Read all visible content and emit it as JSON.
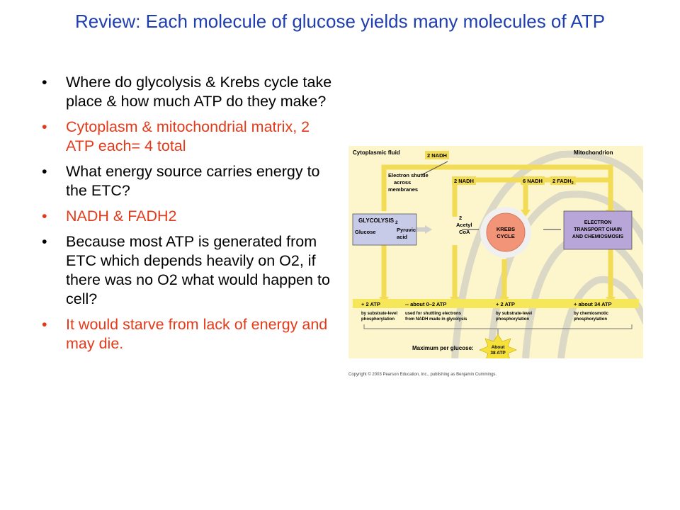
{
  "slide": {
    "title": "Review: Each molecule of glucose yields many molecules of ATP",
    "bullets": [
      {
        "text": "Where do glycolysis & Krebs cycle take place & how much ATP do they make?",
        "kind": "question"
      },
      {
        "text": "Cytoplasm & mitochondrial matrix, 2 ATP each= 4 total",
        "kind": "answer"
      },
      {
        "text": "What energy source carries energy to the ETC?",
        "kind": "question"
      },
      {
        "text": "NADH & FADH2",
        "kind": "answer"
      },
      {
        "text": "Because most ATP is generated from ETC which depends heavily on O2, if there was no O2 what would happen to cell?",
        "kind": "question"
      },
      {
        "text": "It would starve from lack of energy and may die.",
        "kind": "answer"
      }
    ],
    "colors": {
      "title": "#1f3fb0",
      "answer": "#e53a1a",
      "text": "#000000"
    }
  },
  "figure": {
    "cytoplasmic_fluid": "Cytoplasmic fluid",
    "mitochondrion": "Mitochondrion",
    "nadh_top": "2 NADH",
    "electron_shuttle": [
      "Electron shuttle",
      "across",
      "membranes"
    ],
    "nadh_mid": "2 NADH",
    "nadh_six": "6 NADH",
    "fadh": "2 FADH",
    "fadh_sub": "2",
    "glycolysis": "GLYCOLYSIS",
    "glycolysis_sub": "2",
    "glucose": "Glucose",
    "pyruvic": [
      "Pyruvic",
      "acid"
    ],
    "acetyl": [
      "2",
      "Acetyl",
      "CoA"
    ],
    "krebs": [
      "KREBS",
      "CYCLE"
    ],
    "etc": [
      "ELECTRON",
      "TRANSPORT CHAIN",
      "AND CHEMIOSMOSIS"
    ],
    "atp_row": [
      {
        "label": "+ 2 ATP",
        "desc": [
          "by substrate-level",
          "phosphorylation"
        ]
      },
      {
        "label": "-- about 0–2 ATP",
        "desc": [
          "used for shuttling electrons",
          "from NADH made in glycolysis"
        ]
      },
      {
        "label": "+ 2 ATP",
        "desc": [
          "by substrate-level",
          "phosphorylation"
        ]
      },
      {
        "label": "+ about 34 ATP",
        "desc": [
          "by chemiosmotic",
          "phosphorylation"
        ]
      }
    ],
    "maximum": "Maximum per glucose:",
    "about": [
      "About",
      "38 ATP"
    ],
    "copyright": "Copyright © 2003 Pearson Education, Inc., publishing as Benjamin Cummings."
  }
}
